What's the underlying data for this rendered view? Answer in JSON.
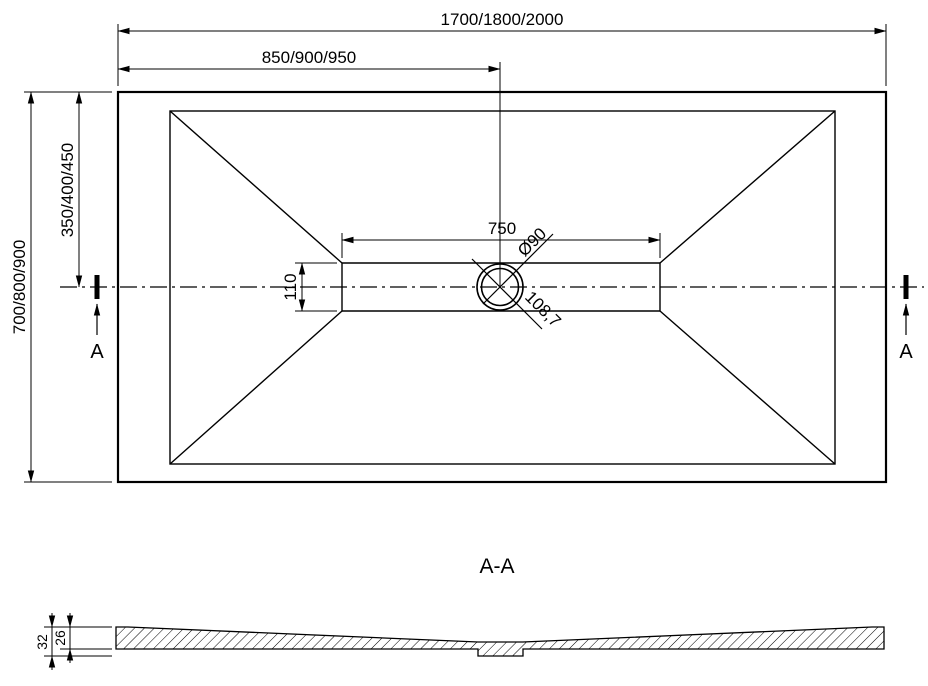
{
  "colors": {
    "line": "#000000",
    "background": "#ffffff"
  },
  "top_view": {
    "dim_overall_width": "1700/1800/2000",
    "dim_half_width": "850/900/950",
    "dim_overall_height": "700/800/900",
    "dim_half_height": "350/400/450",
    "dim_channel_length": "750",
    "dim_channel_width": "110",
    "dim_drain_diameter": "Ø90",
    "dim_drain_diagonal": "108,7",
    "section_marker": "A"
  },
  "section_view": {
    "title": "A-A",
    "dim_height_total": "32",
    "dim_height_inner": "26"
  }
}
